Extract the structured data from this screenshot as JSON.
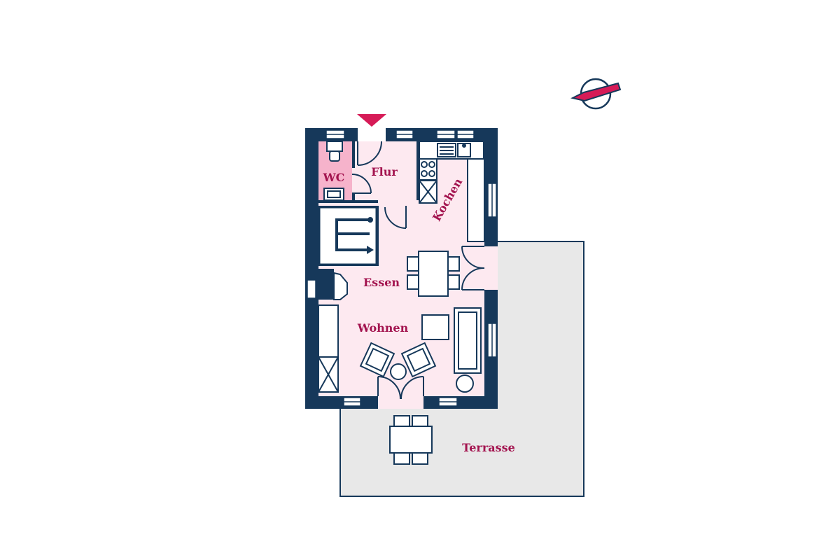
{
  "rooms": {
    "wc": "WC",
    "flur": "Flur",
    "kochen": "Kochen",
    "essen": "Essen",
    "wohnen": "Wohnen",
    "terrasse": "Terrasse"
  },
  "colors": {
    "wall": "#16385a",
    "room_fill": "#fde9f0",
    "wc_fill": "#f6b3cb",
    "terrace_fill": "#e8e8e8",
    "label": "#a3144f",
    "accent": "#d61b57",
    "furniture_stroke": "#16385a"
  },
  "icons": {
    "entrance": "entrance-arrow-icon",
    "compass": "compass-north-icon"
  }
}
